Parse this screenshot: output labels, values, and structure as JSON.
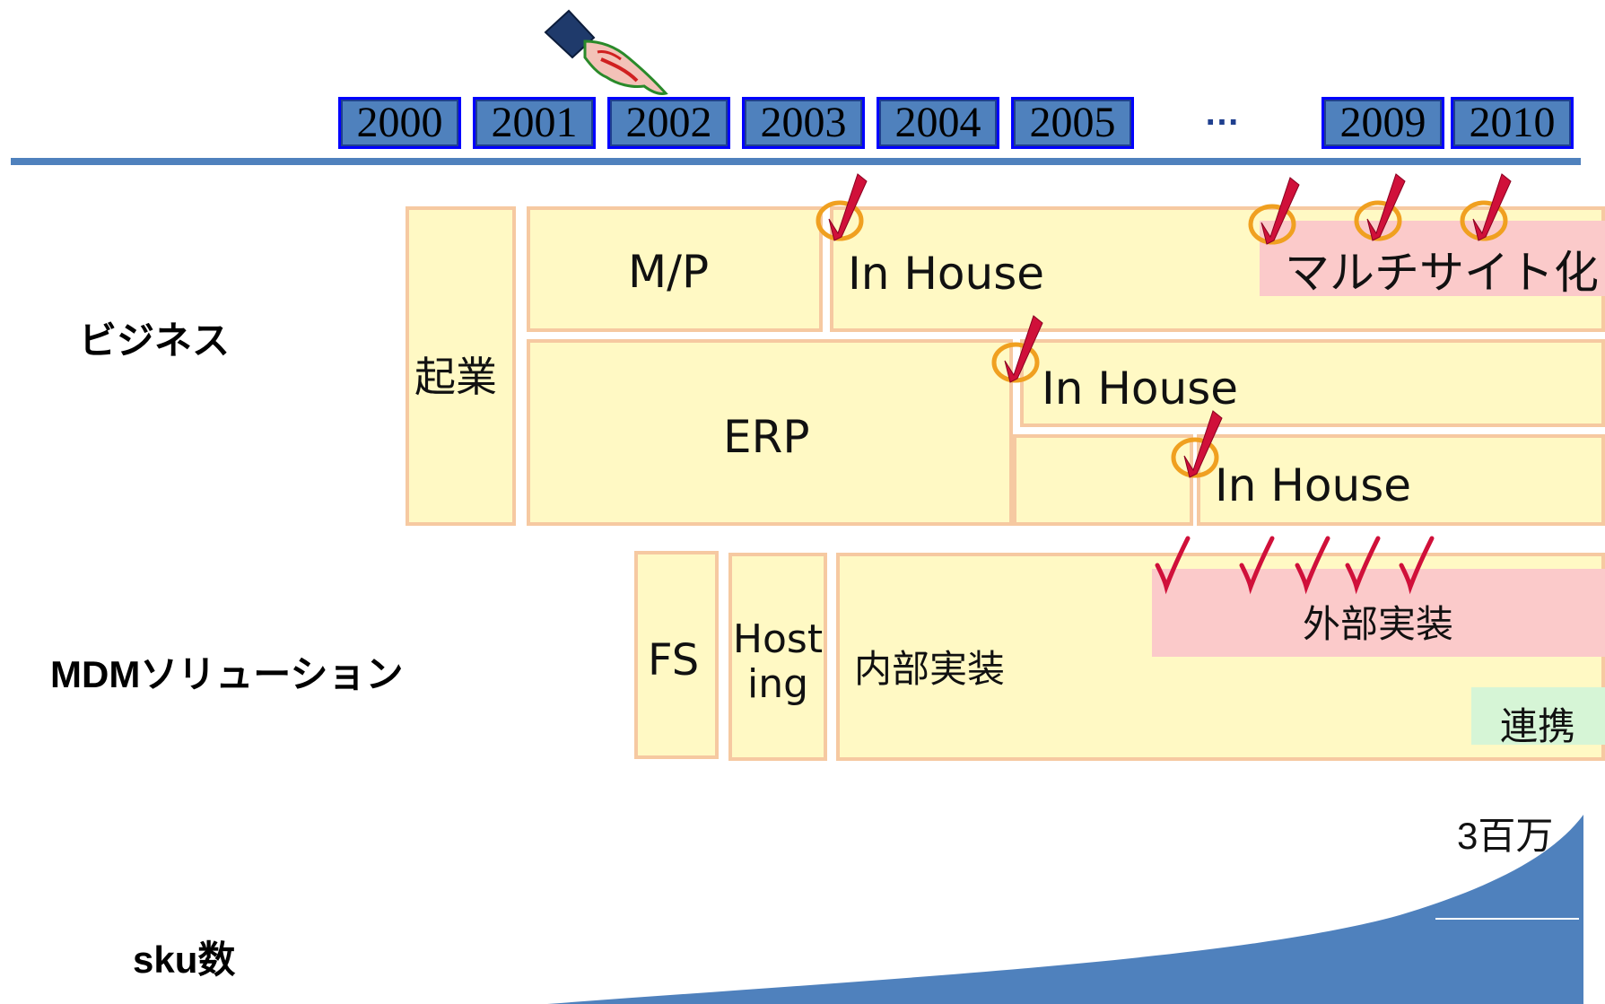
{
  "years": [
    "2000",
    "2001",
    "2002",
    "2003",
    "2004",
    "2005",
    "2009",
    "2010"
  ],
  "ellipsis": "…",
  "row_labels": {
    "business": "ビジネス",
    "mdm": "MDMソリューション",
    "sku": "sku数"
  },
  "business": {
    "startup": "起業",
    "mp": "M/P",
    "inhouse1": "In House",
    "multisite": "マルチサイト化",
    "erp": "ERP",
    "inhouse2": "In House",
    "inhouse3": "In House"
  },
  "mdm": {
    "fs": "FS",
    "hosting": "Host\ning",
    "internal": "内部実装",
    "external": "外部実装",
    "integration": "連携"
  },
  "sku": {
    "value_label": "3百万"
  },
  "colors": {
    "year_fill": "#4f81bd",
    "year_border": "#0000ff",
    "box_fill": "#fff9c4",
    "box_border": "#f6c9a1",
    "highlight_pink": "#fbcaca",
    "highlight_green": "#d6f5d6",
    "check_red": "#d0103a",
    "check_ring": "#f0a020",
    "area_fill": "#4f81bd"
  },
  "icons": [
    "pointing-hand-icon",
    "check-icon"
  ]
}
